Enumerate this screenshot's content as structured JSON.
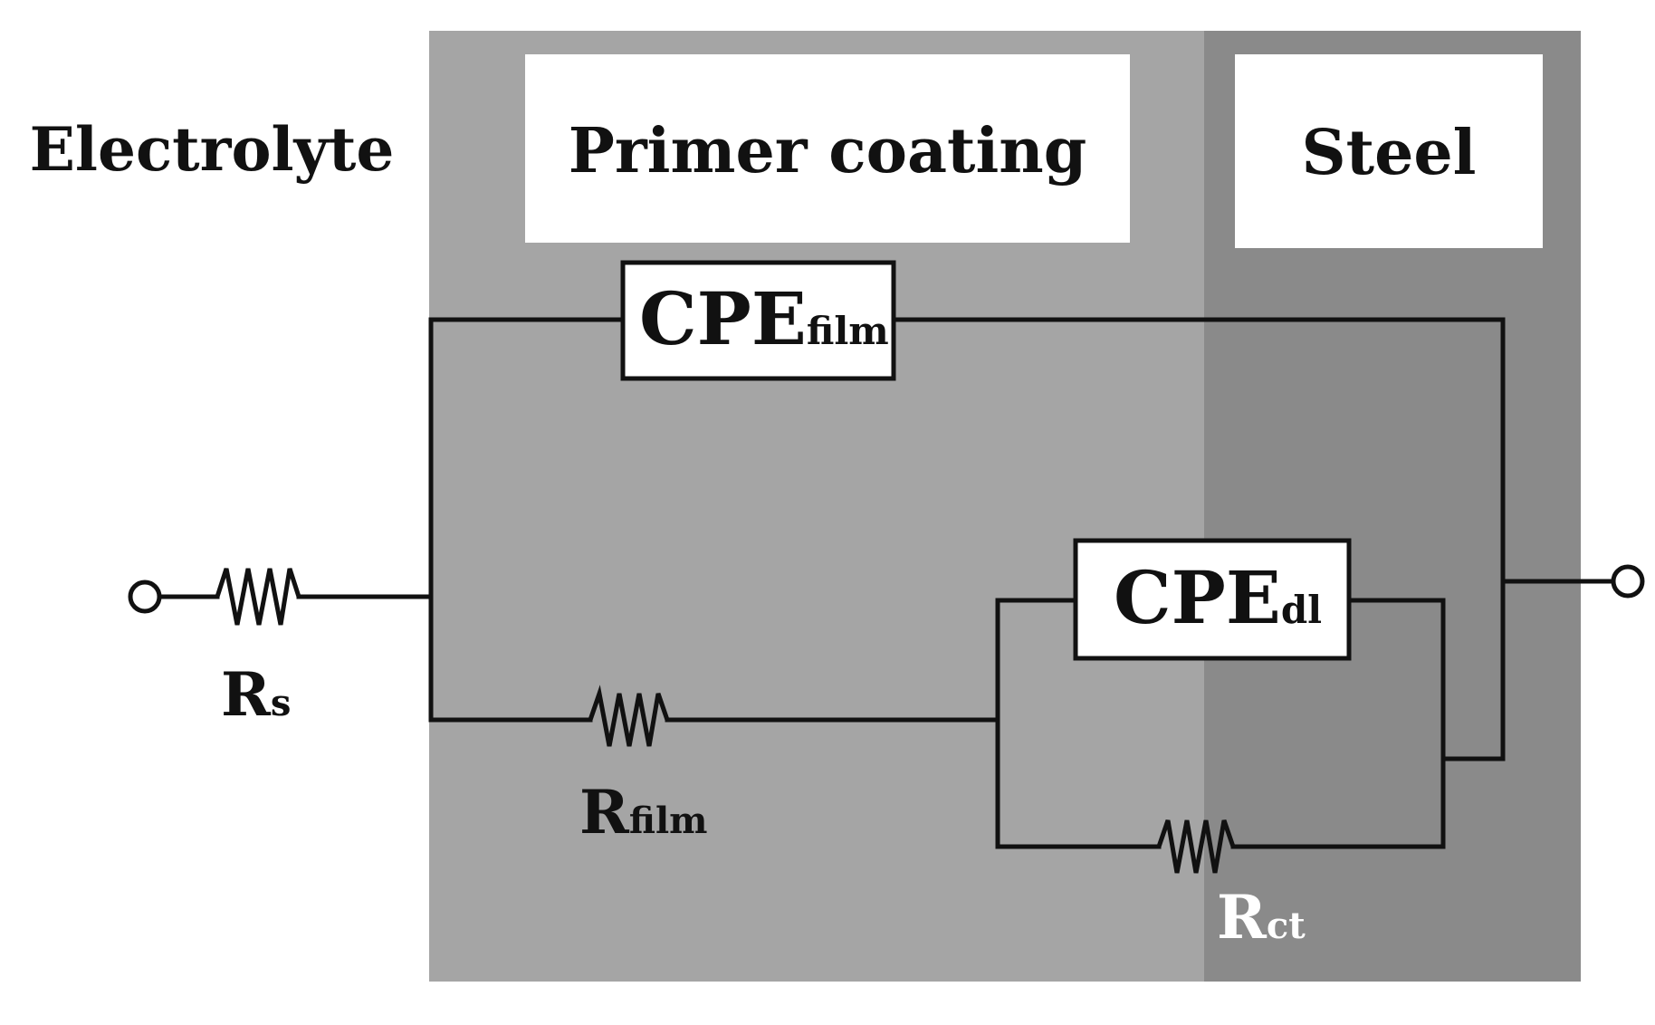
{
  "labels": {
    "electrolyte": "Electrolyte",
    "primer_coating": "Primer coating",
    "steel": "Steel"
  },
  "components": {
    "cpe_film": {
      "main": "CPE",
      "sub": "film"
    },
    "cpe_dl": {
      "main": "CPE",
      "sub": "dl"
    },
    "r_s": {
      "main": "R",
      "sub": "s"
    },
    "r_film": {
      "main": "R",
      "sub": "film"
    },
    "r_ct": {
      "main": "R",
      "sub": "ct"
    }
  },
  "colors": {
    "background": "#ffffff",
    "coating_region": "#a5a5a5",
    "steel_region": "#8a8a8a",
    "wire": "#111111",
    "label_box": "#ffffff",
    "r_ct_label": "#ffffff"
  }
}
